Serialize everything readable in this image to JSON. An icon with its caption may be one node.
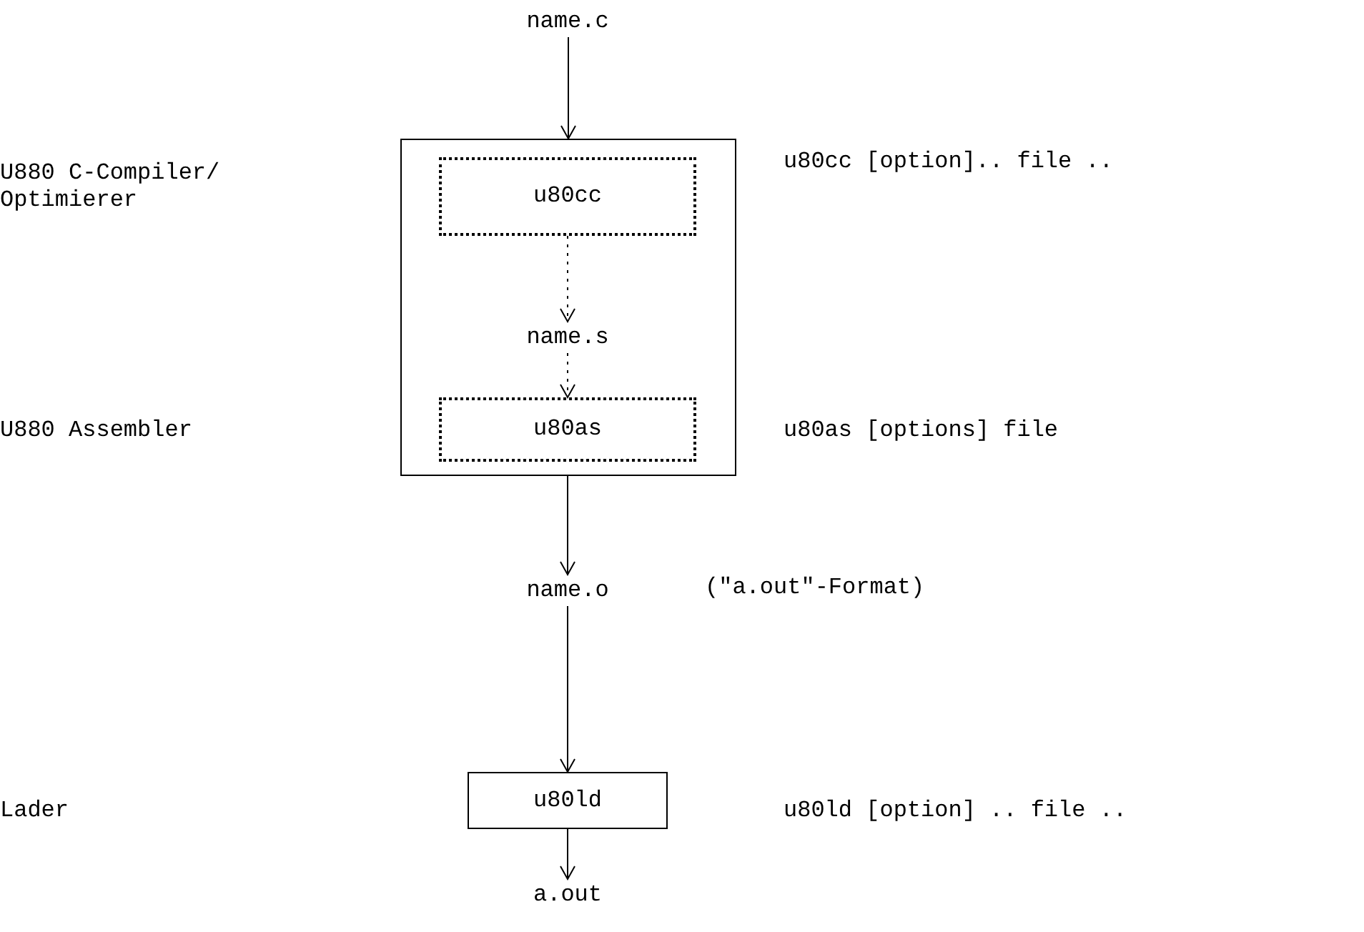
{
  "diagram": {
    "nodes": [
      {
        "text": [
          "name.c"
        ]
      },
      {
        "text": [],
        "shape": "box"
      },
      {
        "text": [
          "u80cc"
        ],
        "in": 1
      },
      {
        "text": [
          "name.s"
        ],
        "in": 1
      },
      {
        "text": [
          "u80as"
        ],
        "in": 1
      },
      {
        "text": [
          "name.o"
        ]
      },
      {
        "text": [
          "u80ld"
        ]
      },
      {
        "text": [
          "a.out"
        ]
      }
    ],
    "edges": [
      {
        "from": 0,
        "to": 1,
        "arrow": "to"
      },
      {
        "from": 2,
        "to": 3,
        "arrow": "to",
        "style": "dashed"
      },
      {
        "from": 3,
        "to": 4,
        "arrow": "to",
        "style": "dashed"
      },
      {
        "from": 1,
        "to": 5,
        "arrow": "to"
      },
      {
        "from": 5,
        "to": 6,
        "arrow": "to"
      },
      {
        "from": 6,
        "to": 7,
        "arrow": "to"
      }
    ],
    "labels": [
      "U880 C-Compiler/ Optimierer",
      "u80cc [option].. file ..",
      "U880 Assembler",
      "u80as [options] file",
      "(\"a.out\"-Format)",
      "Lader",
      "u80ld [option] .. file .."
    ]
  }
}
